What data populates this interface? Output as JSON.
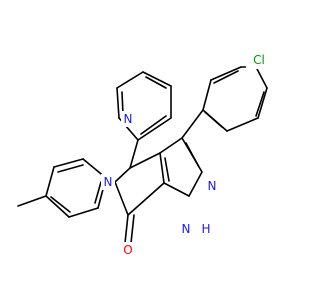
{
  "colors": {
    "background": "#ffffff",
    "bond": "#000000",
    "nitrogen": "#1a1aff",
    "oxygen": "#ff0000",
    "chlorine": "#009900"
  },
  "atoms": {
    "cl": {
      "label": "Cl",
      "color_key": "chlorine"
    },
    "n_pyridine": {
      "label": "N",
      "color_key": "nitrogen"
    },
    "n_pyrrolone": {
      "label": "N",
      "color_key": "nitrogen"
    },
    "n_pyrazole": {
      "label": "N",
      "color_key": "nitrogen"
    },
    "nh_pyrazole": {
      "label": "N",
      "color_key": "nitrogen"
    },
    "h_pyrazole": {
      "label": "H",
      "color_key": "nitrogen"
    },
    "o_carbonyl": {
      "label": "O",
      "color_key": "oxygen"
    }
  }
}
